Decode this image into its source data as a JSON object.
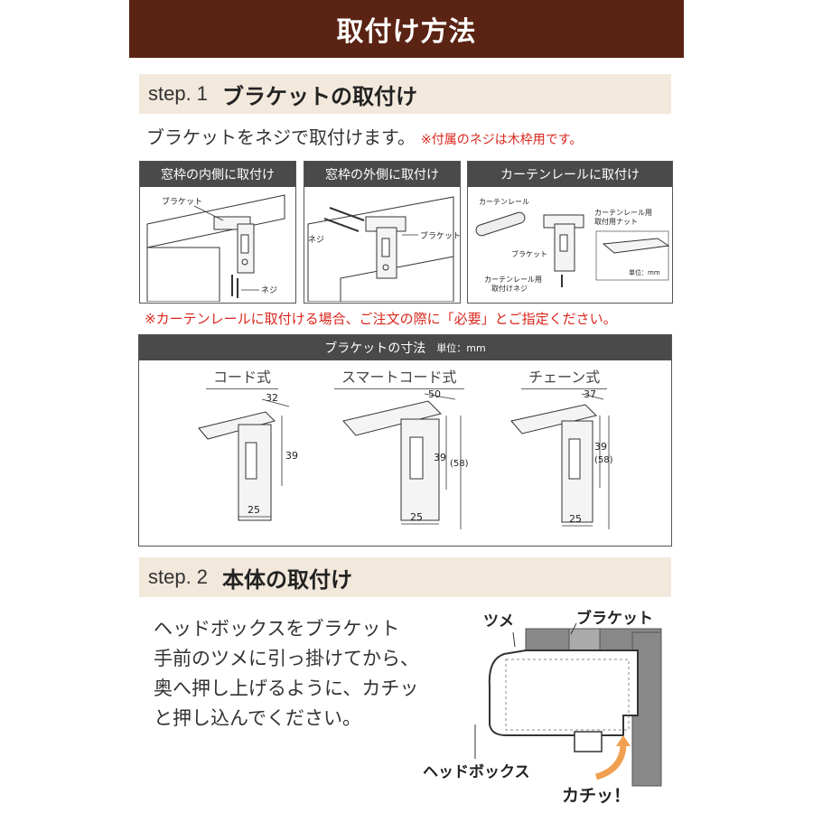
{
  "header": {
    "title": "取付け方法"
  },
  "step1": {
    "num": "step. 1",
    "title": "ブラケットの取付け",
    "lead": "ブラケットをネジで取付けます。",
    "note": "※付属のネジは木枠用です。",
    "panels": [
      {
        "title": "窓枠の内側に取付け",
        "labels": [
          "ブラケット",
          "ネジ"
        ]
      },
      {
        "title": "窓枠の外側に取付け",
        "labels": [
          "ネジ",
          "ブラケット"
        ]
      },
      {
        "title": "カーテンレールに取付け",
        "labels": [
          "カーテンレール",
          "カーテンレール用",
          "取付用ナット",
          "ブラケット",
          "カーテンレール用",
          "取付けネジ",
          "単位：mm"
        ]
      }
    ],
    "warning": "※カーテンレールに取付ける場合、ご注文の際に「必要」とご指定ください。"
  },
  "dimensions": {
    "title": "ブラケットの寸法",
    "unit": "単位：mm",
    "types": [
      {
        "name": "コード式",
        "width": "32",
        "height": "39",
        "depth": "25"
      },
      {
        "name": "スマートコード式",
        "width": "50",
        "height": "39",
        "height2": "(58)",
        "depth": "25"
      },
      {
        "name": "チェーン式",
        "width": "37",
        "height": "39",
        "height2": "(58)",
        "depth": "25"
      }
    ]
  },
  "step2": {
    "num": "step. 2",
    "title": "本体の取付け",
    "desc": [
      "ヘッドボックスをブラケット",
      "手前のツメに引っ掛けてから、",
      "奥へ押し上げるように、カチッ",
      "と押し込んでください。"
    ],
    "labels": {
      "tsume": "ツメ",
      "bracket": "ブラケット",
      "headbox": "ヘッドボックス",
      "click": "カチッ！"
    }
  },
  "colors": {
    "banner": "#5a2313",
    "stepbar": "#f2e8dc",
    "panel_header": "#4a4a4a",
    "note": "#d9261c",
    "arrow": "#f0a050"
  }
}
